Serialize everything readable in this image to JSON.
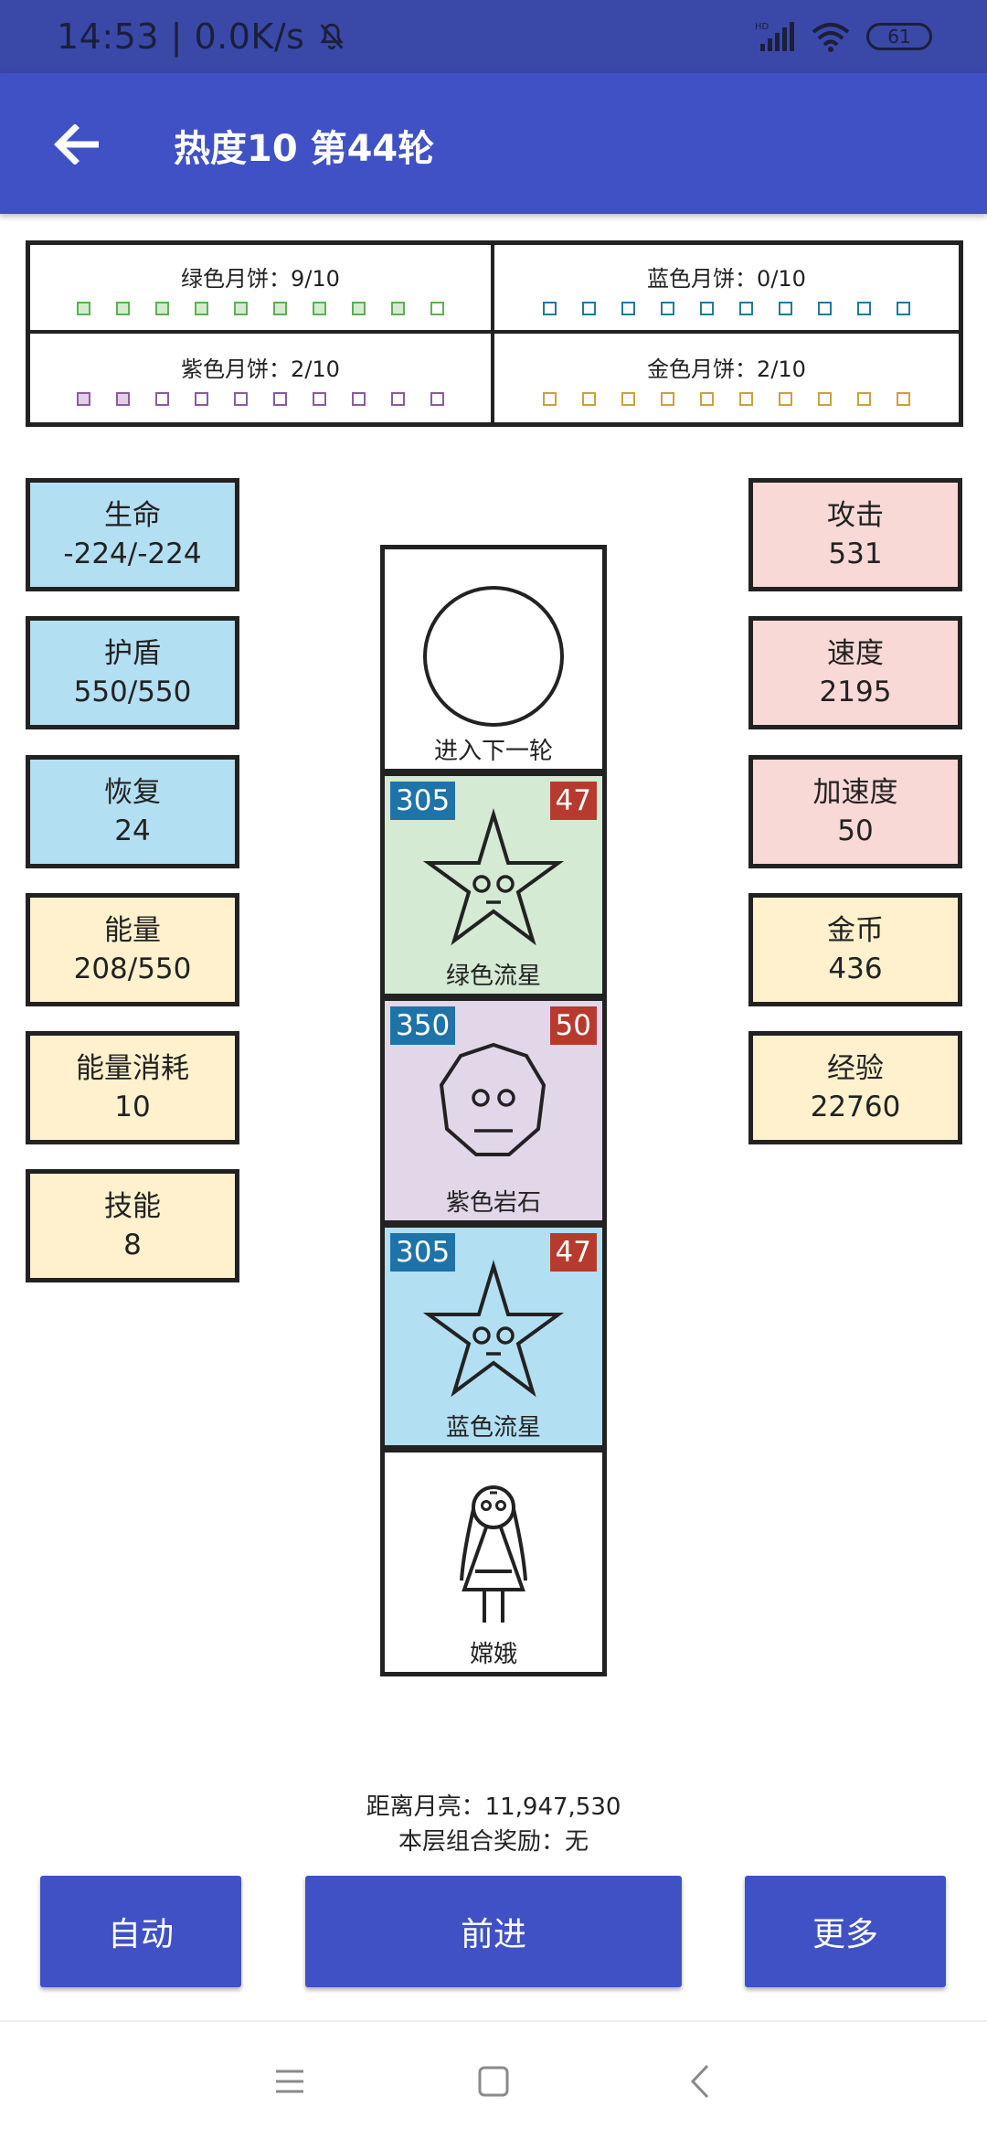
{
  "status_bar": {
    "time_speed": "14:53 | 0.0K/s",
    "battery": "61"
  },
  "app_bar": {
    "title": "热度10 第44轮"
  },
  "mooncakes": [
    {
      "label": "绿色月饼：9/10",
      "filled": 9,
      "total": 10,
      "color": "#5fae57",
      "fill": "#d3eccd"
    },
    {
      "label": "蓝色月饼：0/10",
      "filled": 0,
      "total": 10,
      "color": "#237a96",
      "fill": "#cfe6ef"
    },
    {
      "label": "紫色月饼：2/10",
      "filled": 2,
      "total": 10,
      "color": "#8a5c9c",
      "fill": "#e2cfea"
    },
    {
      "label": "金色月饼：2/10",
      "filled": 0,
      "total": 10,
      "color": "#c9a23a",
      "fill": "#f5e6bd"
    }
  ],
  "stats_left": [
    {
      "name": "生命",
      "value": "-224/-224",
      "color": "blue"
    },
    {
      "name": "护盾",
      "value": "550/550",
      "color": "blue"
    },
    {
      "name": "恢复",
      "value": "24",
      "color": "blue"
    },
    {
      "name": "能量",
      "value": "208/550",
      "color": "yellow"
    },
    {
      "name": "能量消耗",
      "value": "10",
      "color": "yellow"
    },
    {
      "name": "技能",
      "value": "8",
      "color": "yellow"
    }
  ],
  "stats_right": [
    {
      "name": "攻击",
      "value": "531",
      "color": "pink"
    },
    {
      "name": "速度",
      "value": "2195",
      "color": "pink"
    },
    {
      "name": "加速度",
      "value": "50",
      "color": "pink"
    },
    {
      "name": "金币",
      "value": "436",
      "color": "yellow"
    },
    {
      "name": "经验",
      "value": "22760",
      "color": "yellow"
    }
  ],
  "tower": {
    "next": {
      "label": "进入下一轮"
    },
    "enemies": [
      {
        "name": "绿色流星",
        "hp": "305",
        "atk": "47",
        "bg": "#d4ead3",
        "icon": "star-face-icon"
      },
      {
        "name": "紫色岩石",
        "hp": "350",
        "atk": "50",
        "bg": "#e2d7e8",
        "icon": "rock-face-icon"
      },
      {
        "name": "蓝色流星",
        "hp": "305",
        "atk": "47",
        "bg": "#b3dff2",
        "icon": "star-face-icon"
      }
    ],
    "player": {
      "name": "嫦娥"
    }
  },
  "info": {
    "distance": "距离月亮：11,947,530",
    "combo": "本层组合奖励：无"
  },
  "buttons": {
    "auto": "自动",
    "forward": "前进",
    "more": "更多"
  }
}
